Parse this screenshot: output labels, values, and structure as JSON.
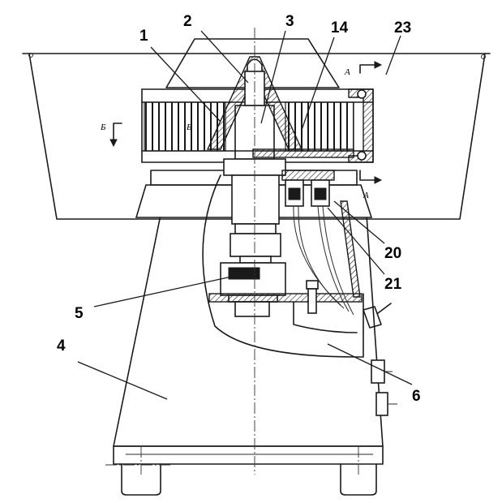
{
  "callouts": [
    {
      "id": "1",
      "label": "1"
    },
    {
      "id": "2",
      "label": "2"
    },
    {
      "id": "3",
      "label": "3"
    },
    {
      "id": "14",
      "label": "14"
    },
    {
      "id": "23",
      "label": "23"
    },
    {
      "id": "20",
      "label": "20"
    },
    {
      "id": "21",
      "label": "21"
    },
    {
      "id": "5",
      "label": "5"
    },
    {
      "id": "4",
      "label": "4"
    },
    {
      "id": "6",
      "label": "6"
    }
  ],
  "section_marks": {
    "a_top": "А",
    "a_bottom": "А",
    "b_left": "Б",
    "b_inner": "Б"
  }
}
